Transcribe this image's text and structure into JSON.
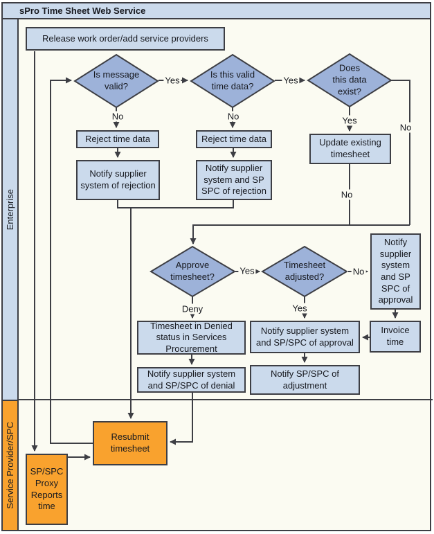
{
  "title": "sPro Time Sheet Web Service",
  "lanes": {
    "enterprise": "Enterprise",
    "service_provider": "Service Provider/SPC"
  },
  "nodes": {
    "release": "Release work order/add service providers",
    "is_message_valid": "Is message\nvalid?",
    "is_valid_time_data": "Is this valid\ntime data?",
    "does_data_exist": "Does\nthis data\nexist?",
    "reject_time_data_1": "Reject time data",
    "notify_rejection_1": "Notify supplier\nsystem of rejection",
    "reject_time_data_2": "Reject time data",
    "notify_rejection_2": "Notify supplier\nsystem and SP\nSPC of rejection",
    "update_existing": "Update existing\ntimesheet",
    "approve_timesheet": "Approve\ntimesheet?",
    "timesheet_adjusted": "Timesheet\nadjusted?",
    "notify_approval_tall": "Notify\nsupplier\nsystem\nand SP\nSPC of\napproval",
    "invoice_time": "Invoice\ntime",
    "notify_approval_wide": "Notify supplier system\nand SP/SPC of approval",
    "notify_adjustment": "Notify SP/SPC of\nadjustment",
    "denied_status": "Timesheet in Denied\nstatus in Services\nProcurement",
    "notify_denial": "Notify supplier system\nand SP/SPC of denial",
    "resubmit": "Resubmit\ntimesheet",
    "proxy_reports": "SP/SPC\nProxy\nReports\ntime"
  },
  "edge_labels": {
    "yes_1": "Yes",
    "no_1": "No",
    "yes_2": "Yes",
    "no_2": "No",
    "yes_3": "Yes",
    "no_3": "No",
    "no_4": "No",
    "deny": "Deny",
    "yes_4": "Yes",
    "yes_5": "Yes",
    "no_5": "No"
  },
  "colors": {
    "lane_header_fill": "#cbdaec",
    "process_box_fill": "#cbdaec",
    "decision_fill": "#9db2d9",
    "service_provider_fill": "#f9a22e",
    "line_color": "#3d3e44",
    "canvas": "#fbfbf2"
  }
}
